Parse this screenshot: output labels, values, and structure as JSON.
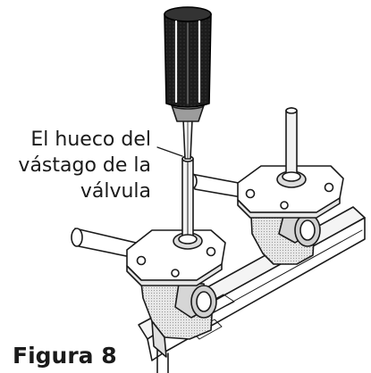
{
  "callout": {
    "line1": "El hueco del",
    "line2": "vástago de la",
    "line3": "válvula"
  },
  "figure_label": "Figura 8",
  "icons": {
    "tool": "screwdriver-icon",
    "part": "gas-valve-icon"
  }
}
